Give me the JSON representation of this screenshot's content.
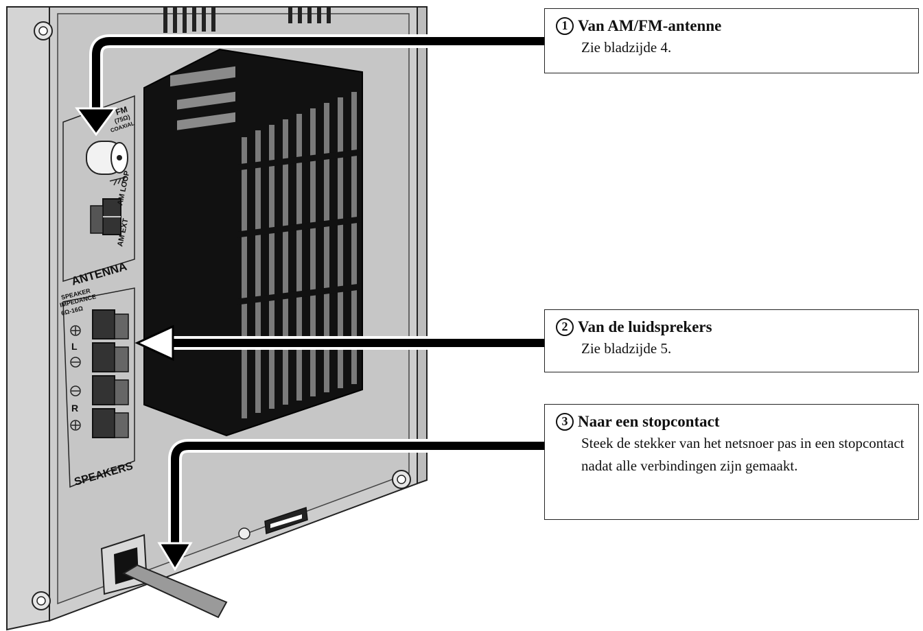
{
  "callouts": [
    {
      "number": "1",
      "title": "Van AM/FM-antenne",
      "body": "Zie bladzijde 4."
    },
    {
      "number": "2",
      "title": "Van de luidsprekers",
      "body": "Zie bladzijde 5."
    },
    {
      "number": "3",
      "title": "Naar een stopcontact",
      "body": "Steek de stekker van het netsnoer pas in een stopcontact nadat alle verbindingen zijn gemaakt."
    }
  ],
  "panel": {
    "fm_label": "FM",
    "fm_impedance": "(75Ω)",
    "fm_coaxial": "COAXIAL",
    "am_loop": "AM LOOP",
    "am_ext": "AM EXT",
    "antenna": "ANTENNA",
    "speaker_impedance_1": "SPEAKER",
    "speaker_impedance_2": "IMPEDANCE",
    "speaker_impedance_3": "6Ω-16Ω",
    "left": "L",
    "right": "R",
    "speakers": "SPEAKERS"
  }
}
